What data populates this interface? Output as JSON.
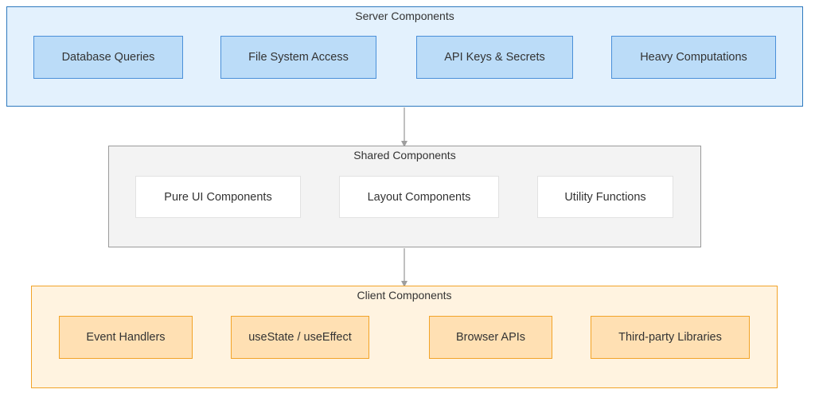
{
  "groups": {
    "server": {
      "title": "Server Components",
      "nodes": [
        "Database Queries",
        "File System Access",
        "API Keys & Secrets",
        "Heavy Computations"
      ]
    },
    "shared": {
      "title": "Shared Components",
      "nodes": [
        "Pure UI Components",
        "Layout Components",
        "Utility Functions"
      ]
    },
    "client": {
      "title": "Client Components",
      "nodes": [
        "Event Handlers",
        "useState / useEffect",
        "Browser APIs",
        "Third-party Libraries"
      ]
    }
  },
  "colors": {
    "server_fill": "#e3f1fd",
    "server_border": "#2e79be",
    "server_node_fill": "#bbdcf8",
    "shared_fill": "#f3f3f3",
    "shared_border": "#9a9a9a",
    "client_fill": "#fff3e0",
    "client_border": "#f2a328",
    "client_node_fill": "#ffe0b3",
    "connector": "#9e9e9e"
  }
}
